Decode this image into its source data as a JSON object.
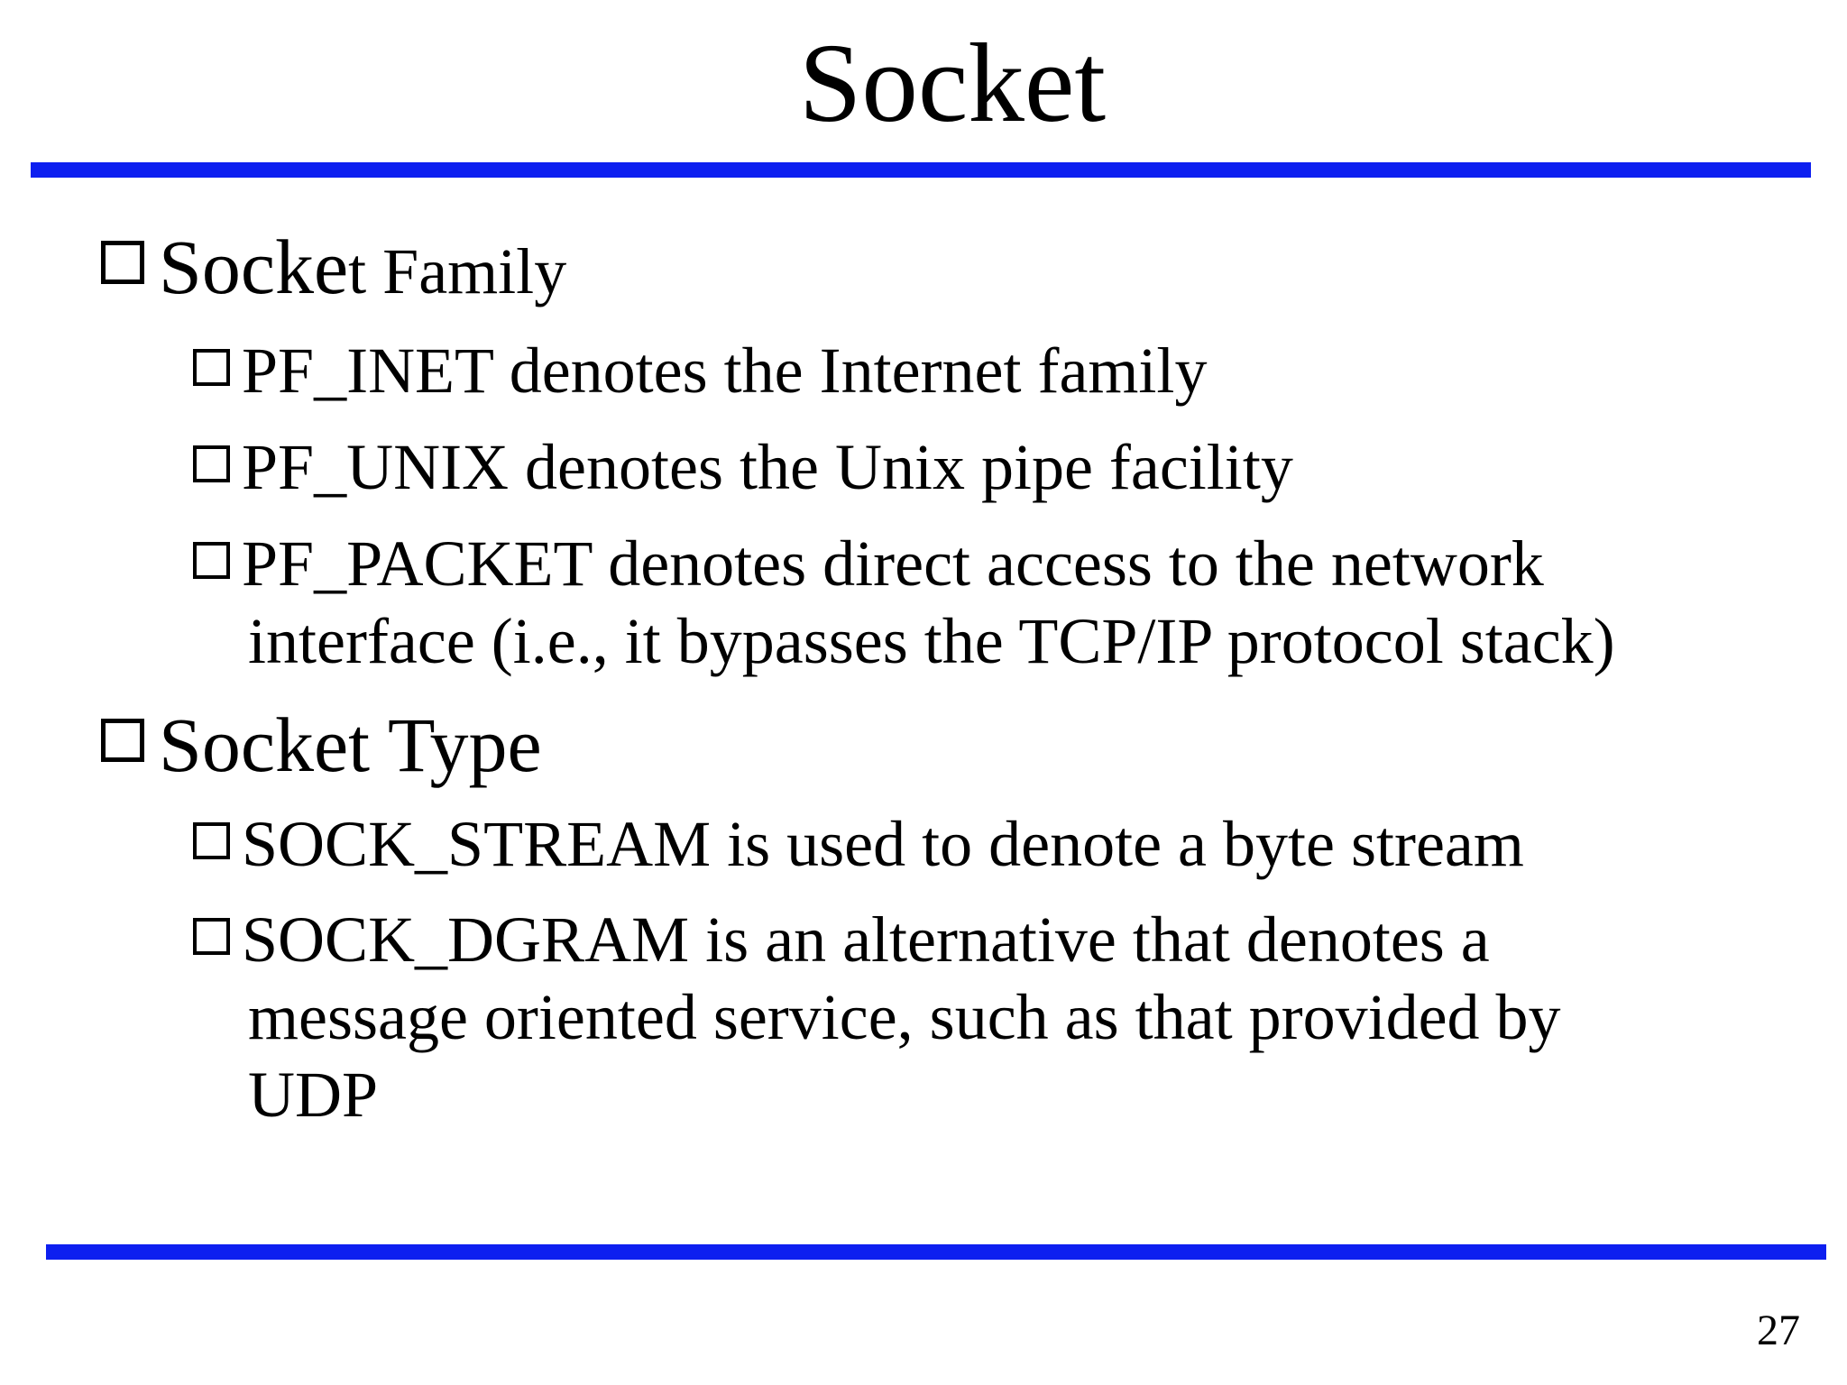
{
  "slide": {
    "title": "Socket",
    "page_number": "27",
    "colors": {
      "rule": "#0d1ff0",
      "text": "#000000",
      "background": "#ffffff"
    },
    "bullet_icon": "hollow-square-bullet-icon",
    "sections": [
      {
        "heading_big": "Socke",
        "heading_small": "t Family",
        "items": [
          {
            "lines": [
              "PF_INET denotes the Internet family"
            ]
          },
          {
            "lines": [
              "PF_UNIX denotes the Unix pipe facility"
            ]
          },
          {
            "lines": [
              "PF_PACKET denotes direct access to the network",
              "interface (i.e., it bypasses the TCP/IP protocol stack)"
            ]
          }
        ]
      },
      {
        "heading": "Socket Type",
        "items": [
          {
            "lines": [
              "SOCK_STREAM is used to denote a byte stream"
            ]
          },
          {
            "lines": [
              "SOCK_DGRAM is an alternative that denotes a",
              "message oriented service, such as that provided by",
              "UDP"
            ]
          }
        ]
      }
    ]
  }
}
